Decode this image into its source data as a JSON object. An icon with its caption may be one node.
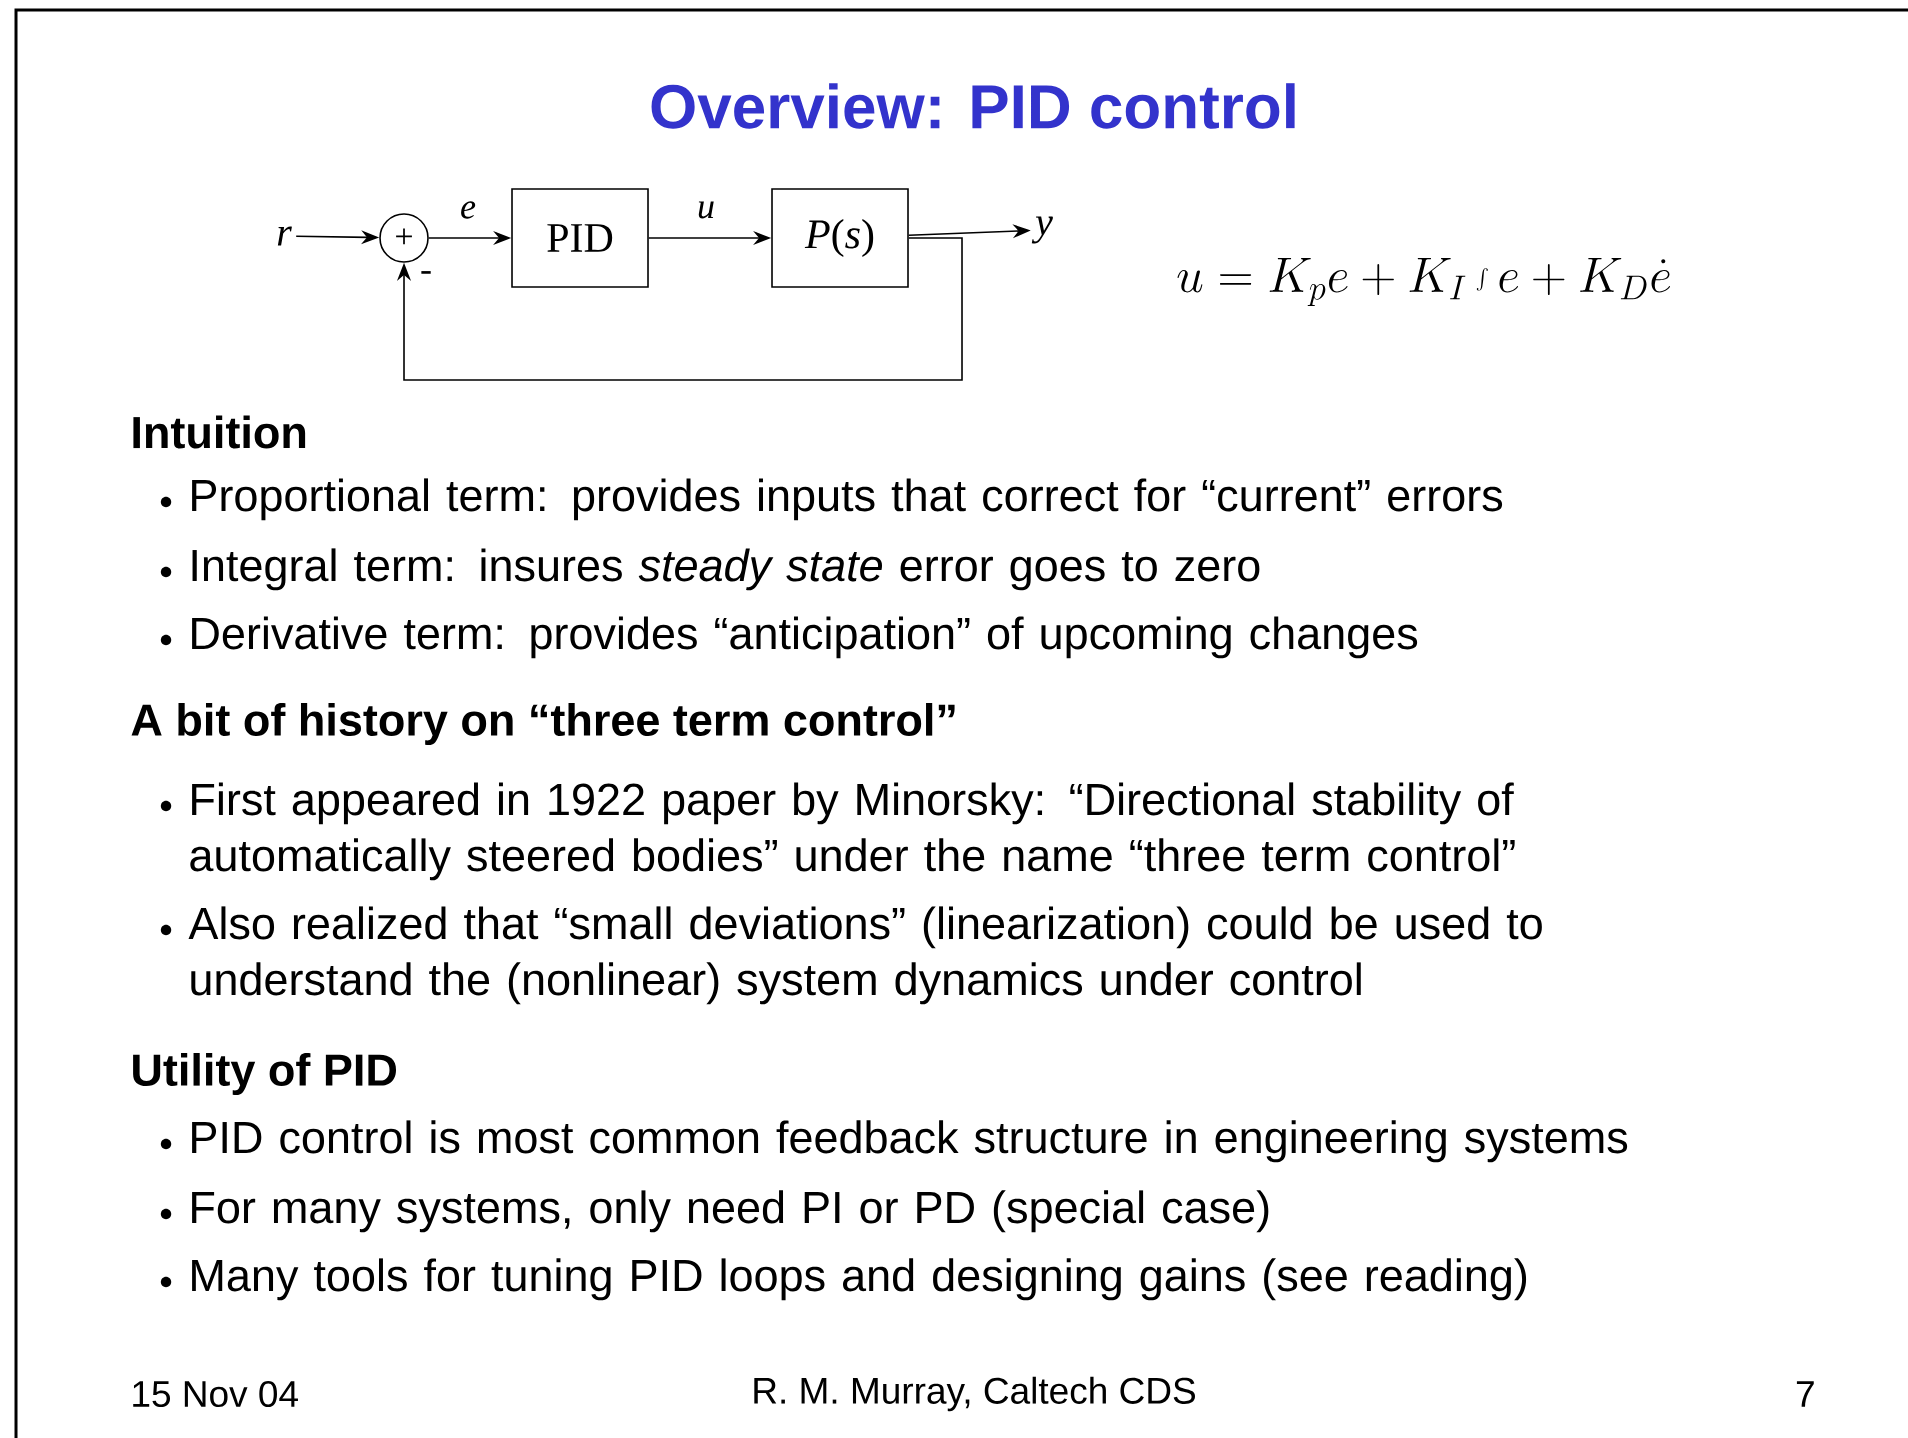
{
  "diagram": {
    "title": "Overview: PID control",
    "nodes": [
      {
        "text": [
          "r"
        ]
      },
      {
        "text": [
          "+"
        ]
      },
      {
        "text": [
          "PID"
        ]
      },
      {
        "text": [
          "*P*(*s*)"
        ]
      },
      {
        "text": [
          "y"
        ]
      }
    ],
    "edges": [
      {
        "from": 0,
        "to": 1,
        "arrow": "to"
      },
      {
        "from": 1,
        "to": 2,
        "arrow": "to",
        "label": "e"
      },
      {
        "from": 2,
        "to": 3,
        "arrow": "to",
        "label": "u"
      },
      {
        "from": 3,
        "to": 4,
        "arrow": "to"
      },
      {
        "from": 3,
        "to": 1,
        "arrow": "to",
        "label": "-"
      }
    ],
    "labels": [
      "u = K_p e + K_I \\int e + K_D \\dot{e}",
      "Intuition",
      "Proportional term: provides inputs that correct for “current” errors",
      "Integral term: insures *steady state* error goes to zero",
      "Derivative term: provides “anticipation” of  upcoming changes",
      "A bit of history on “three term control”",
      "First appeared in 1922 paper by Minorsky: “Directional stability of automatically steered bodies” under the name “three term control”",
      "Also realized that “small deviations” (linearization) could be used to understand the (nonlinear) system dynamics under control",
      "Utility of PID",
      "PID control is most common feedback structure in engineering systems",
      "For many systems, only need PI or PD (special case)",
      "Many tools for tuning PID loops and designing gains (see reading)",
      "15 Nov 04",
      "R. M. Murray, Caltech CDS",
      "7"
    ]
  }
}
